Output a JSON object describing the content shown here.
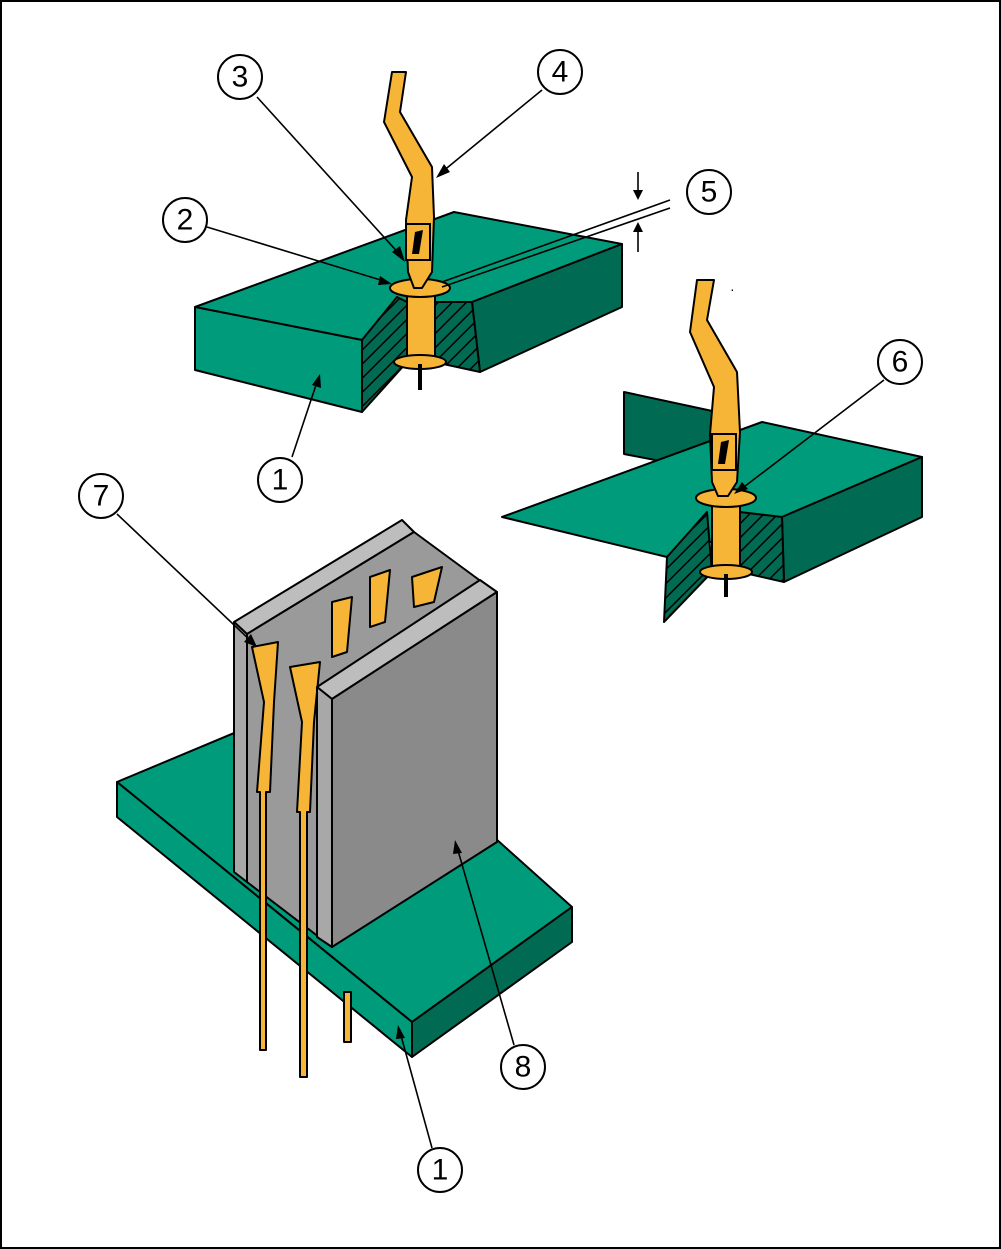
{
  "title": "Press-fit connector assembly illustration",
  "colors": {
    "board_top": "#009B7A",
    "board_side": "#006B52",
    "pin": "#F7B538",
    "housing_light": "#A8A8A8",
    "housing_dark": "#8A8A8A"
  },
  "callouts": {
    "c1_top": "1",
    "c2": "2",
    "c3": "3",
    "c4": "4",
    "c5": "5",
    "c6": "6",
    "c7": "7",
    "c8": "8",
    "c1_bottom": "1"
  }
}
